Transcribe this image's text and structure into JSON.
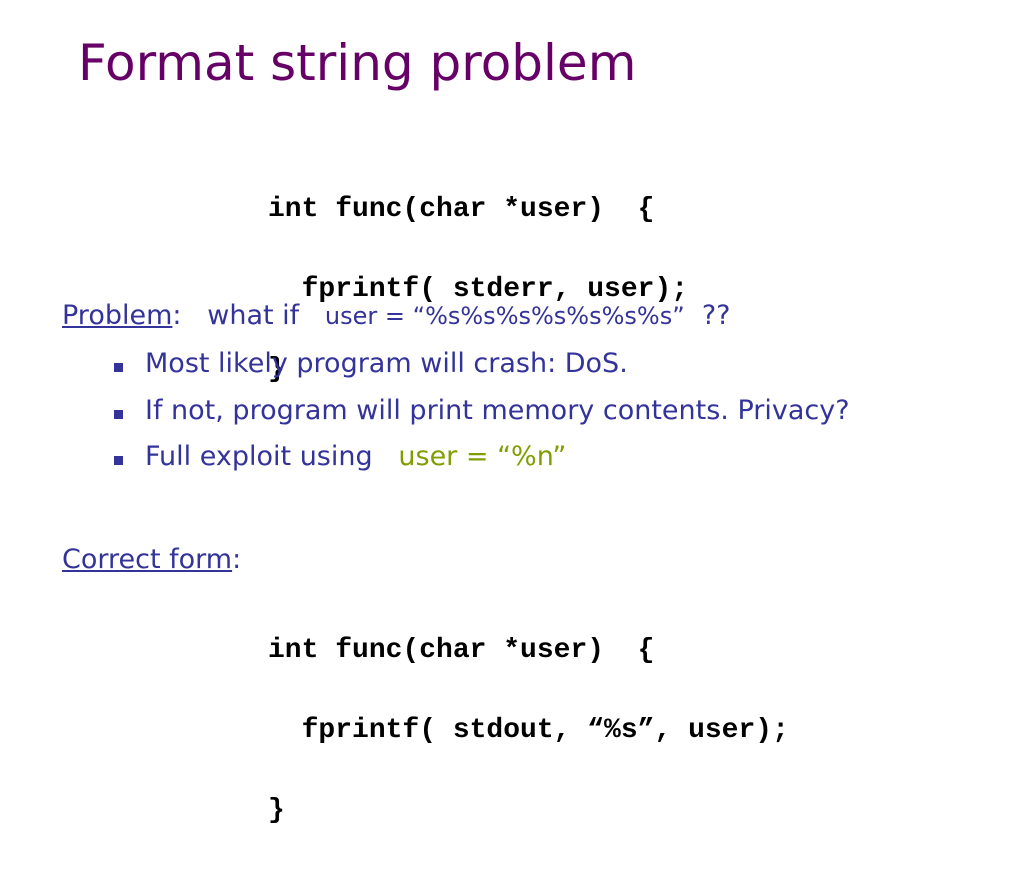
{
  "slide": {
    "title": "Format string problem",
    "code_vulnerable": [
      "int func(char *user)  {",
      "  fprintf( stderr, user);",
      "}"
    ],
    "problem": {
      "label": "Problem",
      "colon": ":",
      "what_if": "what if",
      "expression": "user = “%s%s%s%s%s%s%s”",
      "trailing": "??"
    },
    "bullets": [
      "Most likely program will crash:   DoS.",
      "If not, program will print memory contents.  Privacy?"
    ],
    "bullet3": {
      "text": "Full exploit using",
      "highlight": "user = “%n”"
    },
    "correct": {
      "label": "Correct form",
      "colon": ":"
    },
    "code_correct": [
      "int func(char *user)  {",
      "  fprintf( stdout, “%s”, user);",
      "}"
    ],
    "colors": {
      "title": "#660066",
      "body_text": "#333399",
      "highlight": "#7f9f00",
      "code": "#000000"
    }
  }
}
